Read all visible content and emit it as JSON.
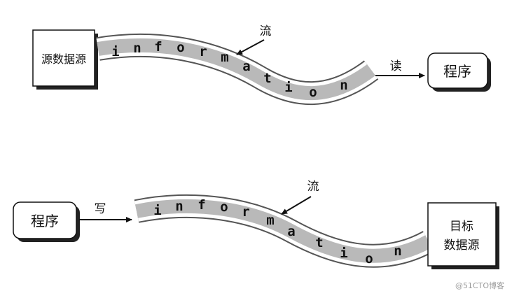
{
  "top": {
    "source_label": "源数据源",
    "flow_label": "流",
    "action_label": "读",
    "target_label": "程序",
    "stream_text": "information"
  },
  "bottom": {
    "source_label": "程序",
    "action_label": "写",
    "flow_label": "流",
    "target_label_line1": "目标",
    "target_label_line2": "数据源",
    "stream_text": "information"
  },
  "watermark": "@51CTO博客",
  "colors": {
    "stream_fill": "#b9b9b9",
    "stream_border": "#555555",
    "box_shadow": "#222222",
    "line": "#111111"
  },
  "icons": [
    "arrow-icon"
  ]
}
